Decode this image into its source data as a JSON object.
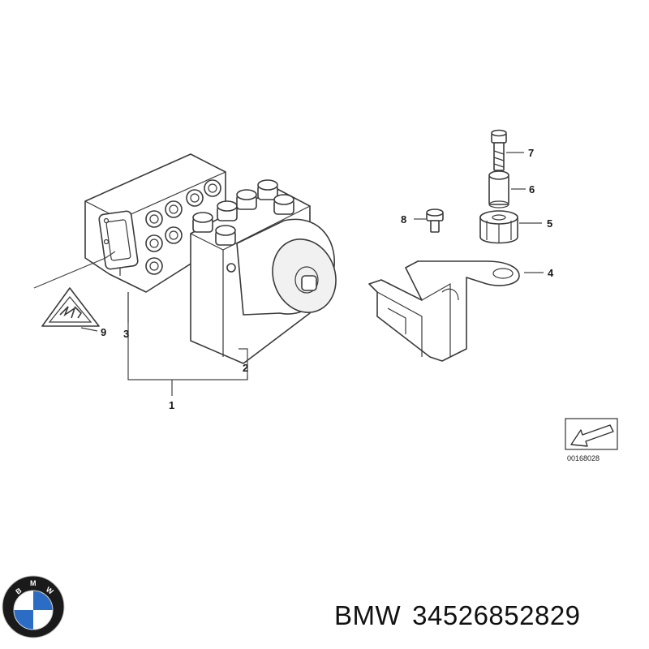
{
  "callouts": {
    "c1": "1",
    "c2": "2",
    "c3": "3",
    "c4": "4",
    "c5": "5",
    "c6": "6",
    "c7": "7",
    "c8": "8",
    "c9": "9"
  },
  "reference_code": "00168028",
  "caption": {
    "brand": "BMW",
    "part_number": "34526852829"
  },
  "logo": {
    "icon": "bmw-roundel-logo",
    "text": "BMW",
    "colors": {
      "blue": "#2b6cc4",
      "white": "#ffffff",
      "ring": "#1a1a1a"
    }
  },
  "warning_icon": "high-voltage-warning-triangle-icon"
}
